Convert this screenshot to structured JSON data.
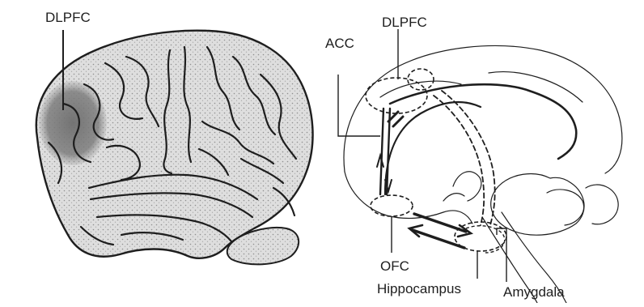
{
  "labels": {
    "lateral_dlpfc": "DLPFC",
    "medial_dlpfc": "DLPFC",
    "acc": "ACC",
    "ofc": "OFC",
    "hippocampus": "Hippocampus",
    "amygdala": "Amygdala"
  },
  "colors": {
    "ink": "#1e1e1e",
    "cortex_fill": "#d9d9d9",
    "dlpfc_highlight": "#7d7d7d",
    "background": "#ffffff"
  }
}
